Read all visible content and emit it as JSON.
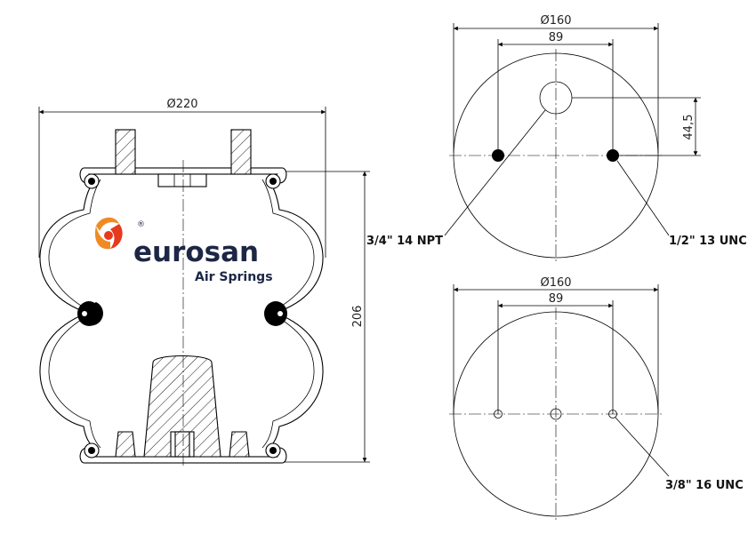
{
  "side_view": {
    "diameter_label": "Ø220",
    "height_label": "206",
    "notes": {
      "left_port": "3/4\" 14 NPT"
    }
  },
  "top_plate": {
    "outer_diameter": "Ø160",
    "bolt_spacing": "89",
    "offset": "44,5",
    "note": "1/2\" 13 UNC"
  },
  "bottom_plate": {
    "outer_diameter": "Ø160",
    "bolt_spacing": "89",
    "note": "3/8\" 16 UNC"
  },
  "logo": {
    "brand": "eurosan",
    "tagline": "Air Springs",
    "registered": "®",
    "colors": {
      "orange": "#f08a24",
      "red": "#e63a1e",
      "navy": "#1c2745"
    }
  }
}
